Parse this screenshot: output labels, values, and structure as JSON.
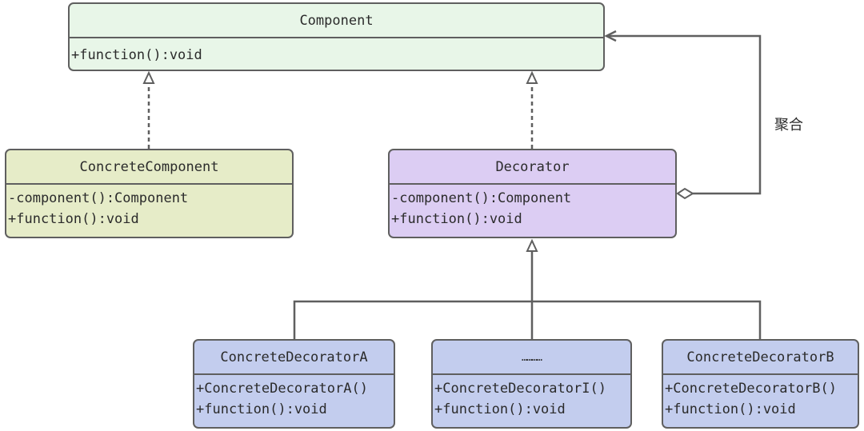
{
  "colors": {
    "line": "#5f5f5f",
    "component_fill": "#e8f6e8",
    "concrete_component_fill": "#e6ecc8",
    "decorator_fill": "#dccdf3",
    "concrete_decorator_fill": "#c3cdee"
  },
  "classes": {
    "component": {
      "name": "Component",
      "members": [
        "+function():void"
      ]
    },
    "concrete_component": {
      "name": "ConcreteComponent",
      "members": [
        "-component():Component",
        "+function():void"
      ]
    },
    "decorator": {
      "name": "Decorator",
      "members": [
        "-component():Component",
        "+function():void"
      ]
    },
    "concrete_decorator_a": {
      "name": "ConcreteDecoratorA",
      "members": [
        "+ConcreteDecoratorA()",
        "+function():void"
      ]
    },
    "concrete_decorator_i": {
      "name": "…………",
      "members": [
        "+ConcreteDecoratorI()",
        "+function():void"
      ]
    },
    "concrete_decorator_b": {
      "name": "ConcreteDecoratorB",
      "members": [
        "+ConcreteDecoratorB()",
        "+function():void"
      ]
    }
  },
  "relations": {
    "aggregation_label": "聚合"
  }
}
